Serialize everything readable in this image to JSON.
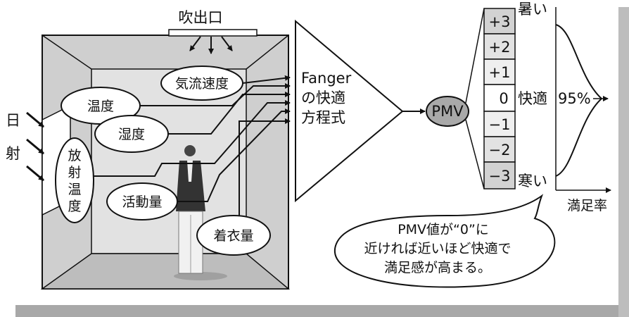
{
  "outlet": "吹出口",
  "sun": [
    "日",
    "射"
  ],
  "factors": {
    "air_speed": "気流速度",
    "temperature": "温度",
    "humidity": "湿度",
    "radiant_temp": [
      "放",
      "射",
      "温",
      "度"
    ],
    "activity": "活動量",
    "clothing": "着衣量"
  },
  "equation": [
    "Fanger",
    "の快適",
    "方程式"
  ],
  "pmv": "PMV",
  "scale": [
    "+3",
    "+2",
    "+1",
    "0",
    "−1",
    "−2",
    "−3"
  ],
  "hot": "暑い",
  "comfortable": "快適",
  "cold": "寒い",
  "percent": "95%",
  "satisfaction": "満足率",
  "note": [
    "PMV値が“0”に",
    "近ければ近いほど快適で",
    "満足感が高まる。"
  ],
  "colors": {
    "wall_gray": "#cfcfcf",
    "floor_gray": "#bdbdbd",
    "shadow_gray": "#a8a8a8",
    "pmv_gray": "#a9a9a9"
  }
}
